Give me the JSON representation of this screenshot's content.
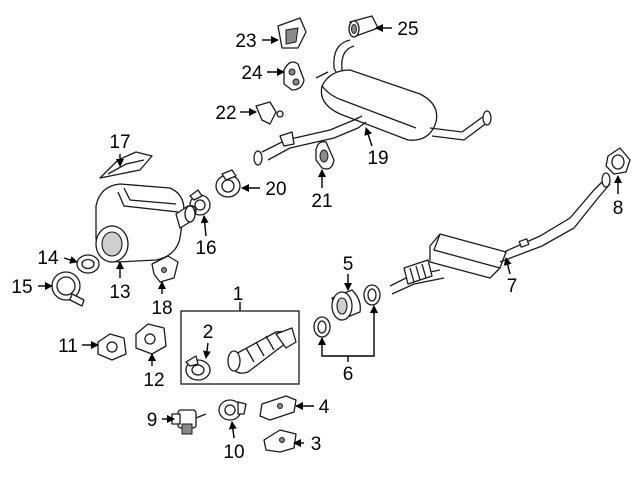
{
  "diagram": {
    "callouts": [
      {
        "id": "1",
        "label": "1"
      },
      {
        "id": "2",
        "label": "2"
      },
      {
        "id": "3",
        "label": "3"
      },
      {
        "id": "4",
        "label": "4"
      },
      {
        "id": "5",
        "label": "5"
      },
      {
        "id": "6",
        "label": "6"
      },
      {
        "id": "7",
        "label": "7"
      },
      {
        "id": "8",
        "label": "8"
      },
      {
        "id": "9",
        "label": "9"
      },
      {
        "id": "10",
        "label": "10"
      },
      {
        "id": "11",
        "label": "11"
      },
      {
        "id": "12",
        "label": "12"
      },
      {
        "id": "13",
        "label": "13"
      },
      {
        "id": "14",
        "label": "14"
      },
      {
        "id": "15",
        "label": "15"
      },
      {
        "id": "16",
        "label": "16"
      },
      {
        "id": "17",
        "label": "17"
      },
      {
        "id": "18",
        "label": "18"
      },
      {
        "id": "19",
        "label": "19"
      },
      {
        "id": "20",
        "label": "20"
      },
      {
        "id": "21",
        "label": "21"
      },
      {
        "id": "22",
        "label": "22"
      },
      {
        "id": "23",
        "label": "23"
      },
      {
        "id": "24",
        "label": "24"
      },
      {
        "id": "25",
        "label": "25"
      }
    ],
    "colors": {
      "stroke": "#1a1a1a",
      "shade": "#8a8a8a",
      "background": "#ffffff"
    }
  }
}
